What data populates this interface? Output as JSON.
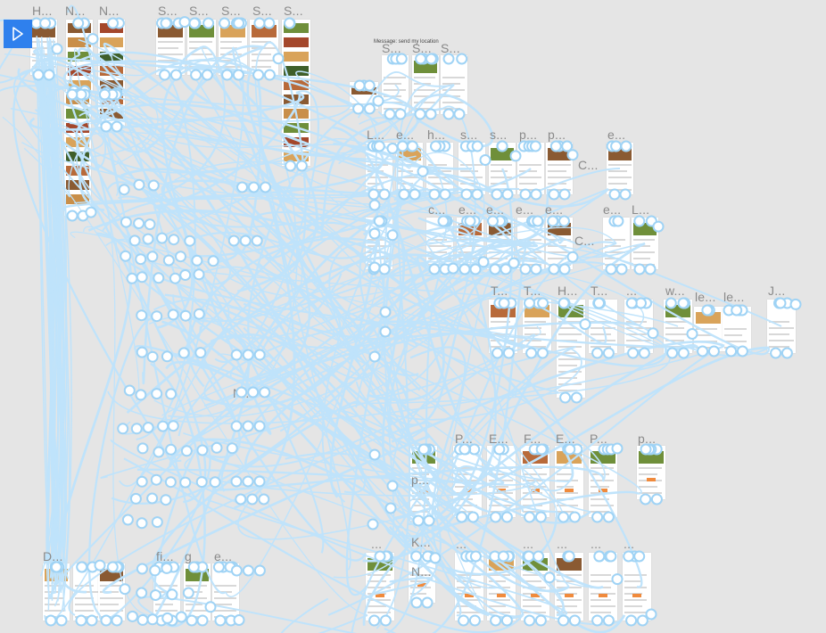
{
  "toolbar": {
    "play_icon": "play-icon",
    "play_color": "#2f80ed"
  },
  "colors": {
    "canvas": "#e5e5e5",
    "connector": "#bfe3fb",
    "node_stroke": "#9fd3f5",
    "label": "#8a8a8a",
    "accent": "#f08a3c"
  },
  "labels": {
    "home": "H...",
    "n1": "N...",
    "n2": "N...",
    "s1": "S...",
    "s2": "S...",
    "s3": "S...",
    "s4": "S...",
    "s5": "S...",
    "message_send_location": "Message: send my location",
    "ms1": "S...",
    "ms2": "S...",
    "ms3": "S...",
    "r1_l": "L...",
    "r1_e": "e...",
    "r1_h": "h...",
    "r1_s1": "s...",
    "r1_s2": "s...",
    "r1_p1": "p...",
    "r1_p2": "p...",
    "r1_e2": "e...",
    "r1_c": "C...",
    "r2_e1": "e...",
    "r2_c1": "c...",
    "r2_e2": "e...",
    "r2_e3": "e...",
    "r2_e4": "e...",
    "r2_l": "L...",
    "r2_c2": "C...",
    "r3_t1": "T...",
    "r3_t2": "T...",
    "r3_h": "H...",
    "r3_t3": "T...",
    "r3_dots": "...",
    "r3_w": "w...",
    "r3_le1": "le...",
    "r3_le2": "le...",
    "r3_j": "J...",
    "mid_n": "N...",
    "r4_p1": "P...",
    "r4_e1": "E...",
    "r4_f": "F...",
    "r4_e2": "E...",
    "r4_p2": "P...",
    "r4_p3": "p...",
    "r4_p4": "p...",
    "r5_dots1": "...",
    "r5_k": "K...",
    "r5_n": "N...",
    "r5_dots2": "...",
    "r5_dots3": "...",
    "r5_dots4": "...",
    "r5_dots5": "...",
    "bl_d": "D...",
    "bl_f": "fi...",
    "bl_g": "g",
    "bl_e": "e..."
  }
}
